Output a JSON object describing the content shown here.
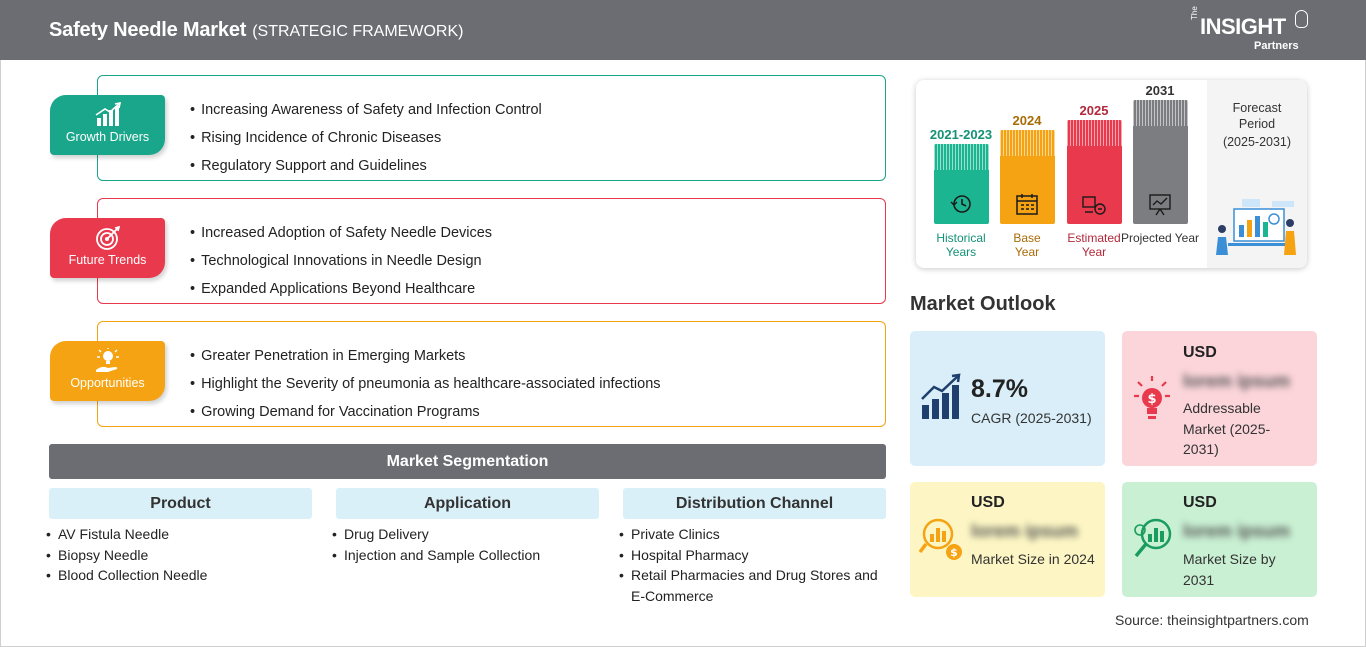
{
  "header": {
    "title": "Safety Needle Market",
    "subtitle": "(STRATEGIC FRAMEWORK)",
    "logo": {
      "the": "The",
      "brand": "INSIGHT",
      "sub": "Partners"
    }
  },
  "framework": [
    {
      "label": "Growth Drivers",
      "color": "#1aa68a",
      "icon": "bar-growth-icon",
      "items": [
        "Increasing Awareness of Safety and Infection Control",
        "Rising Incidence of Chronic Diseases",
        "Regulatory Support and Guidelines"
      ]
    },
    {
      "label": "Future Trends",
      "color": "#e8394d",
      "icon": "target-icon",
      "items": [
        "Increased Adoption of Safety Needle Devices",
        "Technological Innovations in Needle Design",
        "Expanded Applications Beyond Healthcare"
      ]
    },
    {
      "label": "Opportunities",
      "color": "#f5a312",
      "icon": "hand-bulb-icon",
      "items": [
        "Greater Penetration in Emerging Markets",
        "Highlight the Severity of pneumonia as healthcare-associated infections",
        "Growing Demand for Vaccination Programs"
      ]
    }
  ],
  "segmentation": {
    "title": "Market Segmentation",
    "columns": [
      {
        "head": "Product",
        "items": [
          "AV Fistula Needle",
          "Biopsy Needle",
          "Blood Collection Needle"
        ]
      },
      {
        "head": "Application",
        "items": [
          "Drug Delivery",
          "Injection and Sample Collection"
        ]
      },
      {
        "head": "Distribution Channel",
        "items": [
          "Private Clinics",
          "Hospital Pharmacy",
          "Retail Pharmacies and Drug Stores and E-Commerce"
        ]
      }
    ]
  },
  "timeline": {
    "bars": [
      {
        "year": "2021-2023",
        "caption": "Historical Years",
        "color": "#1bb592",
        "year_color": "#149176"
      },
      {
        "year": "2024",
        "caption": "Base Year",
        "color": "#f5a312",
        "year_color": "#a86c07"
      },
      {
        "year": "2025",
        "caption": "Estimated Year",
        "color": "#e8394d",
        "year_color": "#b3283a"
      },
      {
        "year": "2031",
        "caption": "Projected Year",
        "color": "#7c7d80",
        "year_color": "#333333"
      }
    ],
    "forecast": {
      "line1": "Forecast",
      "line2": "Period",
      "line3": "(2025-2031)"
    }
  },
  "outlook": {
    "title": "Market Outlook",
    "cagr": {
      "value": "8.7%",
      "label": "CAGR (2025-2031)",
      "bg": "#d9eef8"
    },
    "addressable": {
      "usd": "USD",
      "value": "lorem ipsum",
      "label": "Addressable Market (2025-2031)",
      "bg": "#fbd5da"
    },
    "size2024": {
      "usd": "USD",
      "value": "lorem ipsum",
      "label": "Market Size in 2024",
      "bg": "#fdf6c4"
    },
    "size2031": {
      "usd": "USD",
      "value": "lorem ipsum",
      "label": "Market Size by 2031",
      "bg": "#c9f0d3"
    }
  },
  "source": "Source: theinsightpartners.com"
}
